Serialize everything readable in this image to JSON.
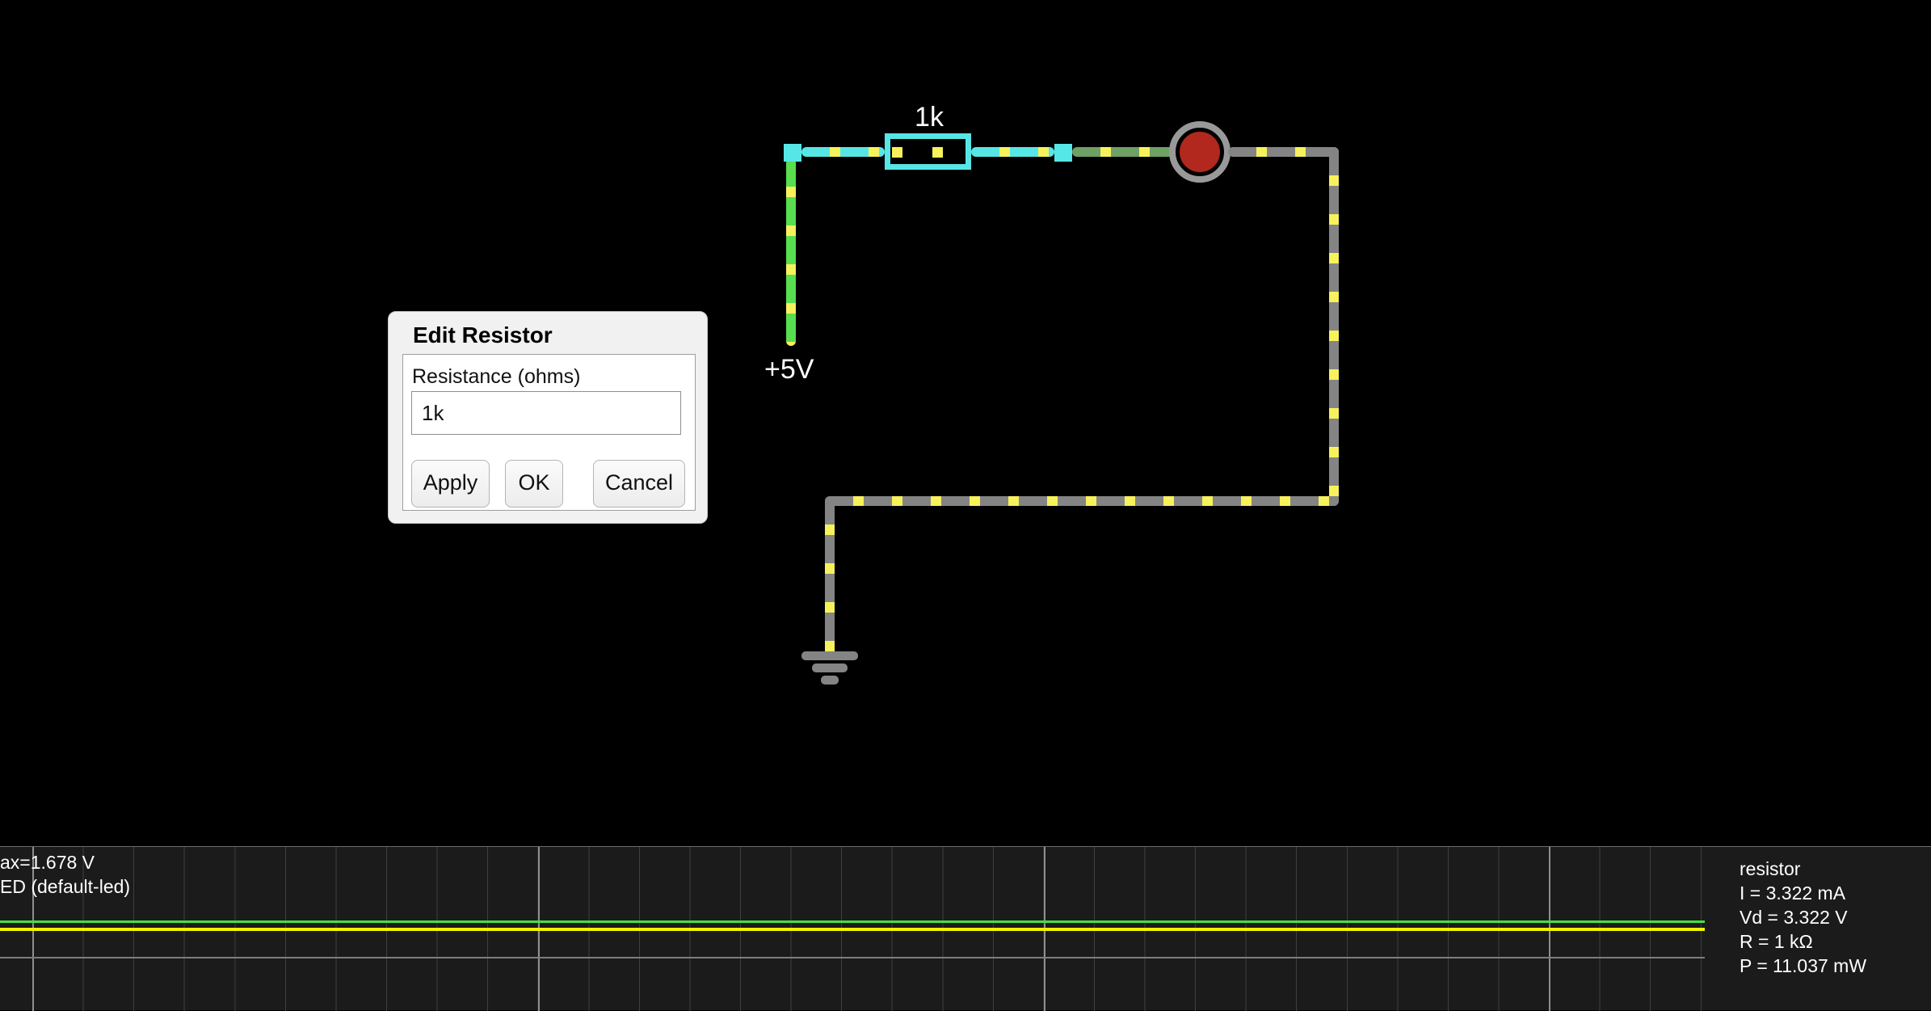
{
  "app": {
    "name": "circuit-simulator"
  },
  "circuit": {
    "resistor_value_label": "1k",
    "source_voltage_label": "+5V",
    "components": [
      "voltage-source",
      "resistor",
      "led",
      "ground",
      "wires"
    ],
    "selected_component": "resistor"
  },
  "dialog": {
    "title": "Edit Resistor",
    "field_label": "Resistance (ohms)",
    "field_value": "1k",
    "buttons": {
      "apply": "Apply",
      "ok": "OK",
      "cancel": "Cancel"
    }
  },
  "scope": {
    "left_labels": [
      "ax=1.678 V",
      "ED (default-led)"
    ],
    "right_info": {
      "title": "resistor",
      "lines": [
        "I = 3.322 mA",
        "Vd = 3.322 V",
        "R = 1 kΩ",
        "P = 11.037 mW"
      ]
    },
    "traces": [
      {
        "name": "led-voltage",
        "color": "#43e043",
        "max": "1.678 V"
      },
      {
        "name": "current",
        "color": "#f2f200"
      }
    ]
  },
  "colors": {
    "canvas-bg": "#000000",
    "scope-bg": "#1b1b1b",
    "grid-minor": "#3f3f3f",
    "grid-major": "#8f8f8f",
    "scope-baseline": "#7d7d7d",
    "trace-green": "#43e043",
    "trace-yellow": "#f2f200",
    "wire-gray": "#848484",
    "wire-green-hi": "#58de4e",
    "wire-green-mid": "#6fa064",
    "selection-cyan": "#57e6e6",
    "current-dot": "#f7f15c",
    "led-red": "#b2281e",
    "led-ring": "#999999",
    "label-white": "#ffffff",
    "dialog-bg": "#f1f1f1",
    "dialog-text": "#000000"
  }
}
